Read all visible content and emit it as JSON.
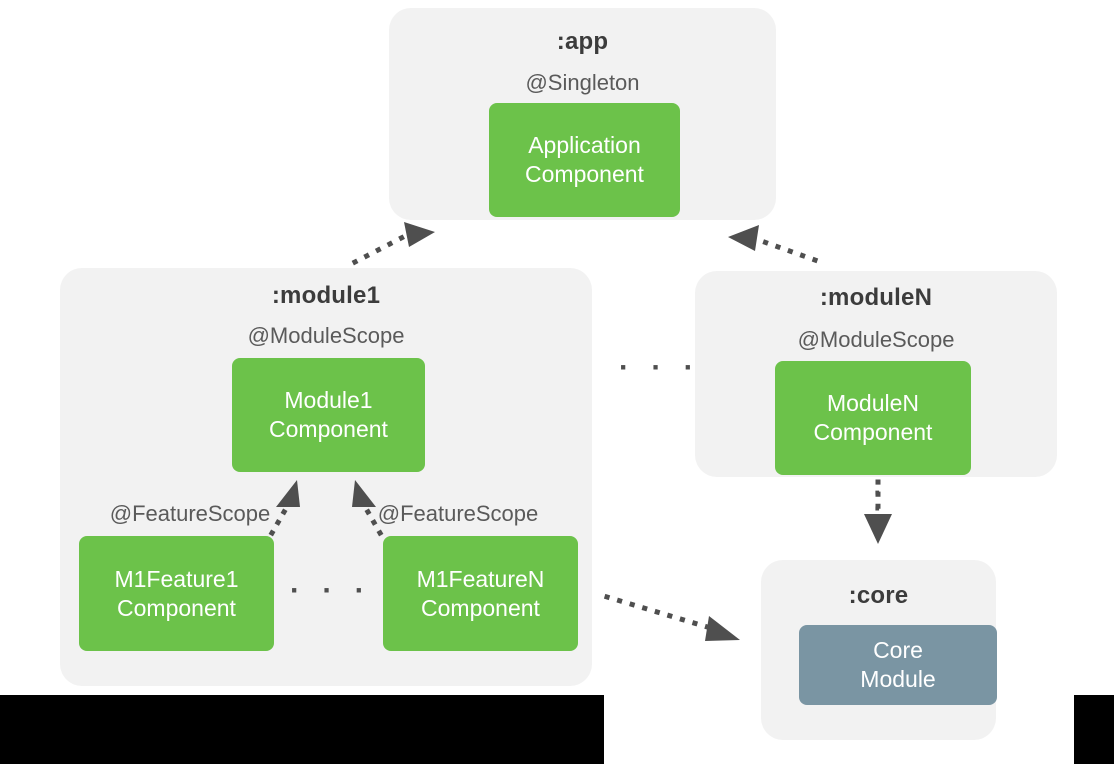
{
  "diagram": {
    "title_hidden": "Dagger multi-module dependency graph",
    "colors": {
      "component_green": "#6cc24a",
      "core_slate": "#7a95a3",
      "container_gray": "#f2f2f2",
      "text_dark": "#3c3c3c",
      "text_muted": "#5a5a5a",
      "arrow_gray": "#4f4f4f",
      "bar_black": "#000000"
    },
    "modules": [
      {
        "id": "app",
        "title": ":app",
        "scope": "@Singleton",
        "component": "Application\nComponent",
        "component_style": "green"
      },
      {
        "id": "module1",
        "title": ":module1",
        "scope": "@ModuleScope",
        "component": "Module1\nComponent",
        "component_style": "green",
        "features": [
          {
            "scope": "@FeatureScope",
            "component": "M1Feature1\nComponent",
            "component_style": "green"
          },
          {
            "scope": "@FeatureScope",
            "component": "M1FeatureN\nComponent",
            "component_style": "green"
          }
        ],
        "features_ellipsis": "· · ·"
      },
      {
        "id": "moduleN",
        "title": ":moduleN",
        "scope": "@ModuleScope",
        "component": "ModuleN\nComponent",
        "component_style": "green"
      },
      {
        "id": "core",
        "title": ":core",
        "scope": "",
        "component": "Core\nModule",
        "component_style": "slate"
      }
    ],
    "modules_ellipsis": "· · ·",
    "moduleN_core_ellipsis": "·\n·",
    "edges": [
      {
        "from": "module1",
        "to": "app",
        "style": "dotted",
        "arrow": "open"
      },
      {
        "from": "moduleN",
        "to": "app",
        "style": "dotted",
        "arrow": "open"
      },
      {
        "from": "m1feature1",
        "to": "module1-component",
        "style": "dotted",
        "arrow": "open"
      },
      {
        "from": "m1featureN",
        "to": "module1-component",
        "style": "dotted",
        "arrow": "open"
      },
      {
        "from": "moduleN-component",
        "to": "core",
        "style": "dotted",
        "arrow": "open"
      },
      {
        "from": "module1",
        "to": "core",
        "style": "dotted",
        "arrow": "open"
      }
    ]
  }
}
